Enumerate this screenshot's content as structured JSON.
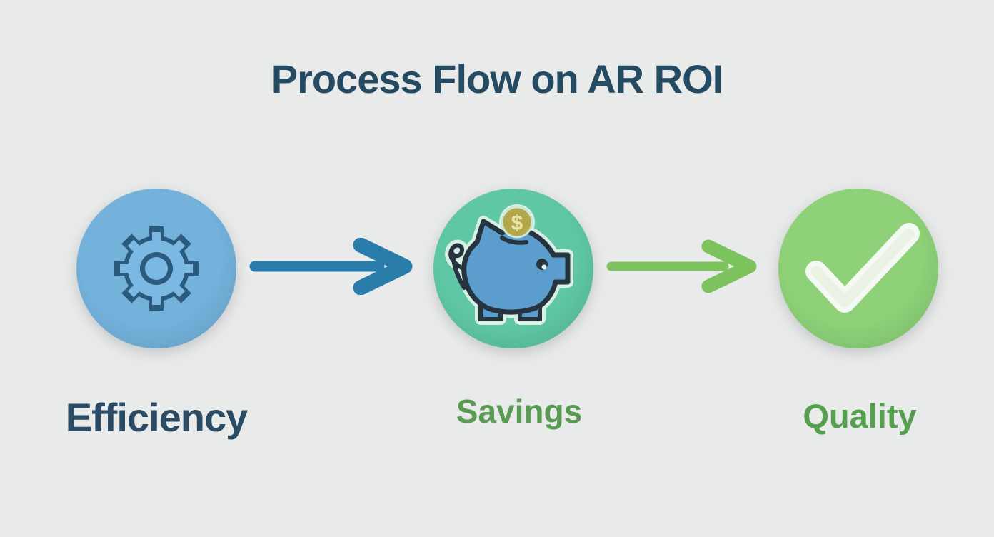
{
  "title": {
    "text": "Process Flow on AR ROI"
  },
  "steps": [
    {
      "label": "Efficiency",
      "icon": "gear-icon",
      "circle_color": "#74b2dc",
      "label_color": "#2b4a63"
    },
    {
      "label": "Savings",
      "icon": "piggy-bank-icon",
      "circle_color": "#5fc7a5",
      "label_color": "#5a9b53"
    },
    {
      "label": "Quality",
      "icon": "checkmark-icon",
      "circle_color": "#8ed178",
      "label_color": "#55a04e"
    }
  ],
  "arrows": [
    {
      "name": "arrow-efficiency-to-savings",
      "color": "#2a7cab"
    },
    {
      "name": "arrow-savings-to-quality",
      "color": "#7cc35e"
    }
  ],
  "coin": {
    "symbol": "$",
    "color": "#b2a74a",
    "symbol_color": "#e7e3ab"
  },
  "colors": {
    "background": "#e9eaea",
    "title_text": "#254b63",
    "pig_body": "#5b9ecd",
    "pig_outline": "#25343f",
    "pig_halo": "#d9efe4",
    "gear_outline": "#2b5a7c",
    "gear_fill": "#7cb9e2",
    "check": "#f5f9f3"
  }
}
